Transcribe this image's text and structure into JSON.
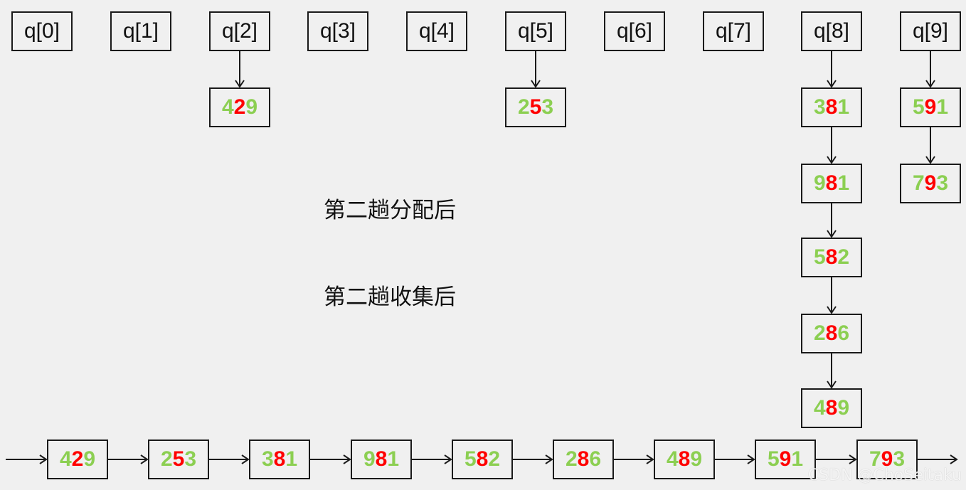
{
  "colors": {
    "green": "#8ccf52",
    "red": "#ff0000",
    "border": "#1a1a1a",
    "background": "#f0f0f0"
  },
  "queues": [
    "q[0]",
    "q[1]",
    "q[2]",
    "q[3]",
    "q[4]",
    "q[5]",
    "q[6]",
    "q[7]",
    "q[8]",
    "q[9]"
  ],
  "buckets": [
    {
      "queue_index": 2,
      "items": [
        "429"
      ]
    },
    {
      "queue_index": 5,
      "items": [
        "253"
      ]
    },
    {
      "queue_index": 8,
      "items": [
        "381",
        "981",
        "582",
        "286",
        "489"
      ]
    },
    {
      "queue_index": 9,
      "items": [
        "591",
        "793"
      ]
    }
  ],
  "highlight_digit_index": 1,
  "labels": {
    "distribute": "第二趟分配后",
    "collect": "第二趟收集后"
  },
  "collected": [
    "429",
    "253",
    "381",
    "981",
    "582",
    "286",
    "489",
    "591",
    "793"
  ],
  "watermark": "CSDN @ChoSeitaku"
}
